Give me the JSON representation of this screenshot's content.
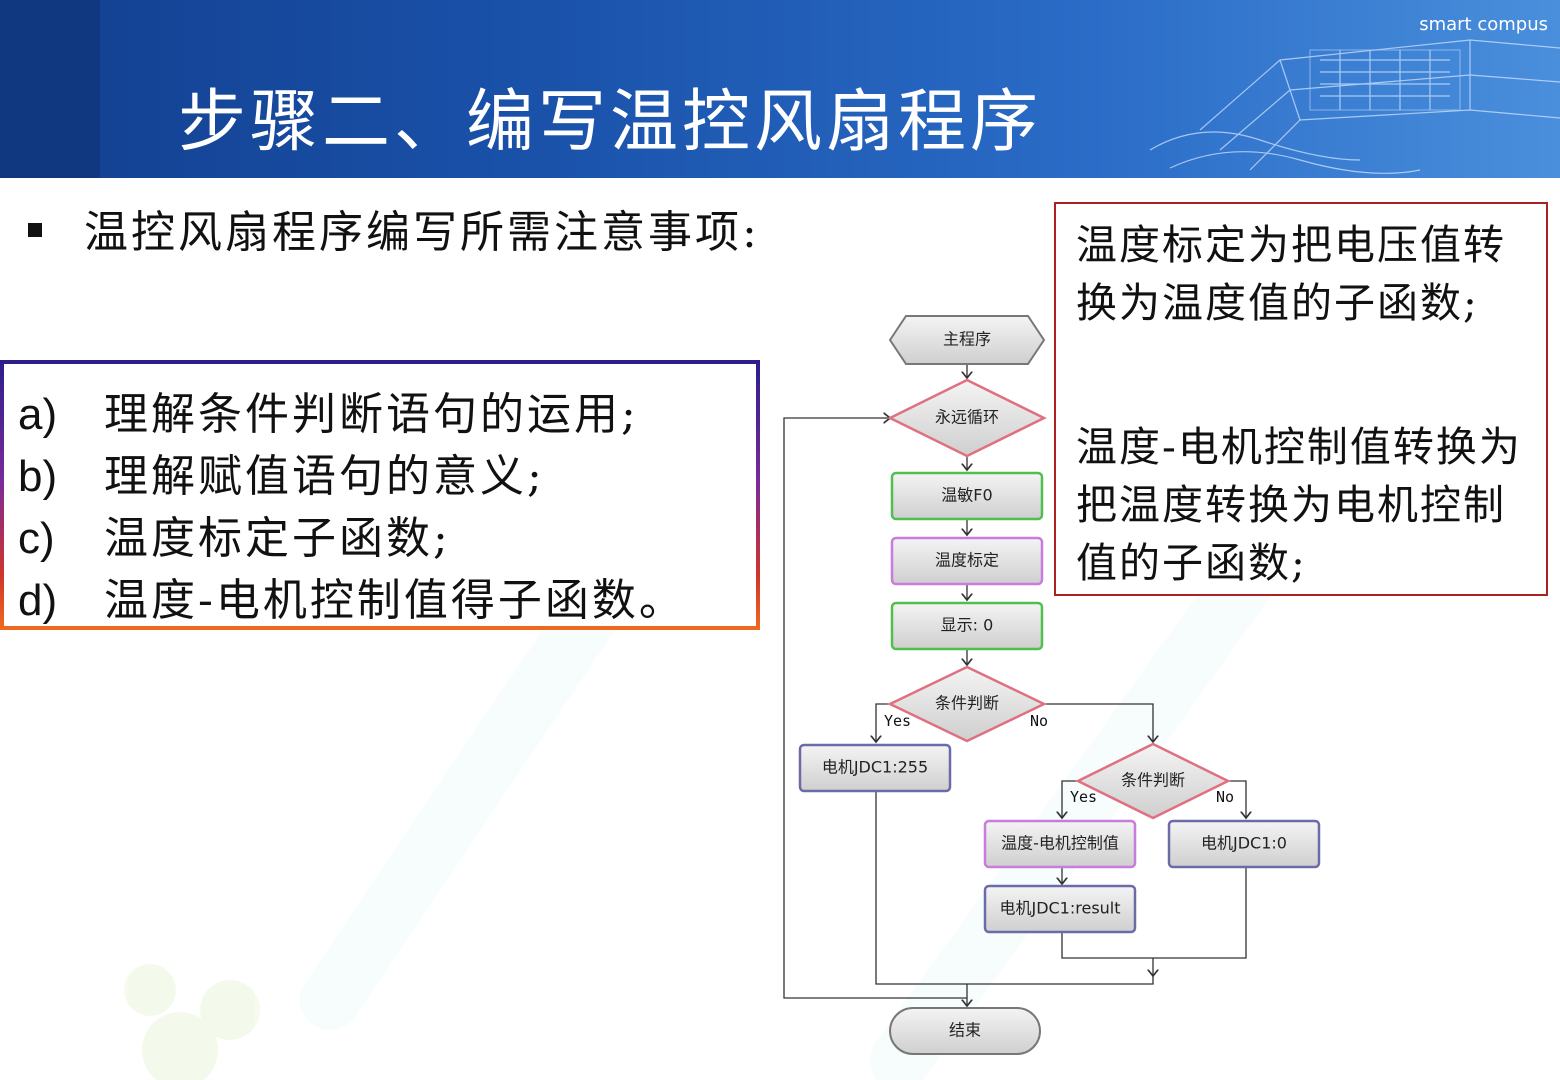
{
  "header": {
    "title": "步骤二、编写温控风扇程序",
    "brand": "smart compus"
  },
  "bullet": {
    "text": "温控风扇程序编写所需注意事项:"
  },
  "left_box": {
    "items": [
      {
        "label": "a)",
        "text": "理解条件判断语句的运用;"
      },
      {
        "label": "b)",
        "text": "理解赋值语句的意义;"
      },
      {
        "label": "c)",
        "text": "温度标定子函数;"
      },
      {
        "label": "d)",
        "text": "温度-电机控制值得子函数。"
      }
    ]
  },
  "note_box": {
    "para1": "温度标定为把电压值转换为温度值的子函数;",
    "para2": "温度-电机控制值转换为把温度转换为电机控制值的子函数;"
  },
  "flowchart": {
    "start": "主程序",
    "loop": "永远循环",
    "sensor": "温敏F0",
    "calibrate": "温度标定",
    "display": "显示: 0",
    "cond1": "条件判断",
    "motor255": "电机JDC1:255",
    "cond2": "条件判断",
    "temp_motor": "温度-电机控制值",
    "motor0": "电机JDC1:0",
    "motor_result": "电机JDC1:result",
    "end": "结束",
    "yes": "Yes",
    "no": "No"
  },
  "colors": {
    "header_blue": "#1a52aa",
    "note_border": "#b02020",
    "node_green": "#4fc04f",
    "node_purple": "#c77ddb",
    "node_blue": "#6b6ba8",
    "diamond_red": "#e07080"
  }
}
